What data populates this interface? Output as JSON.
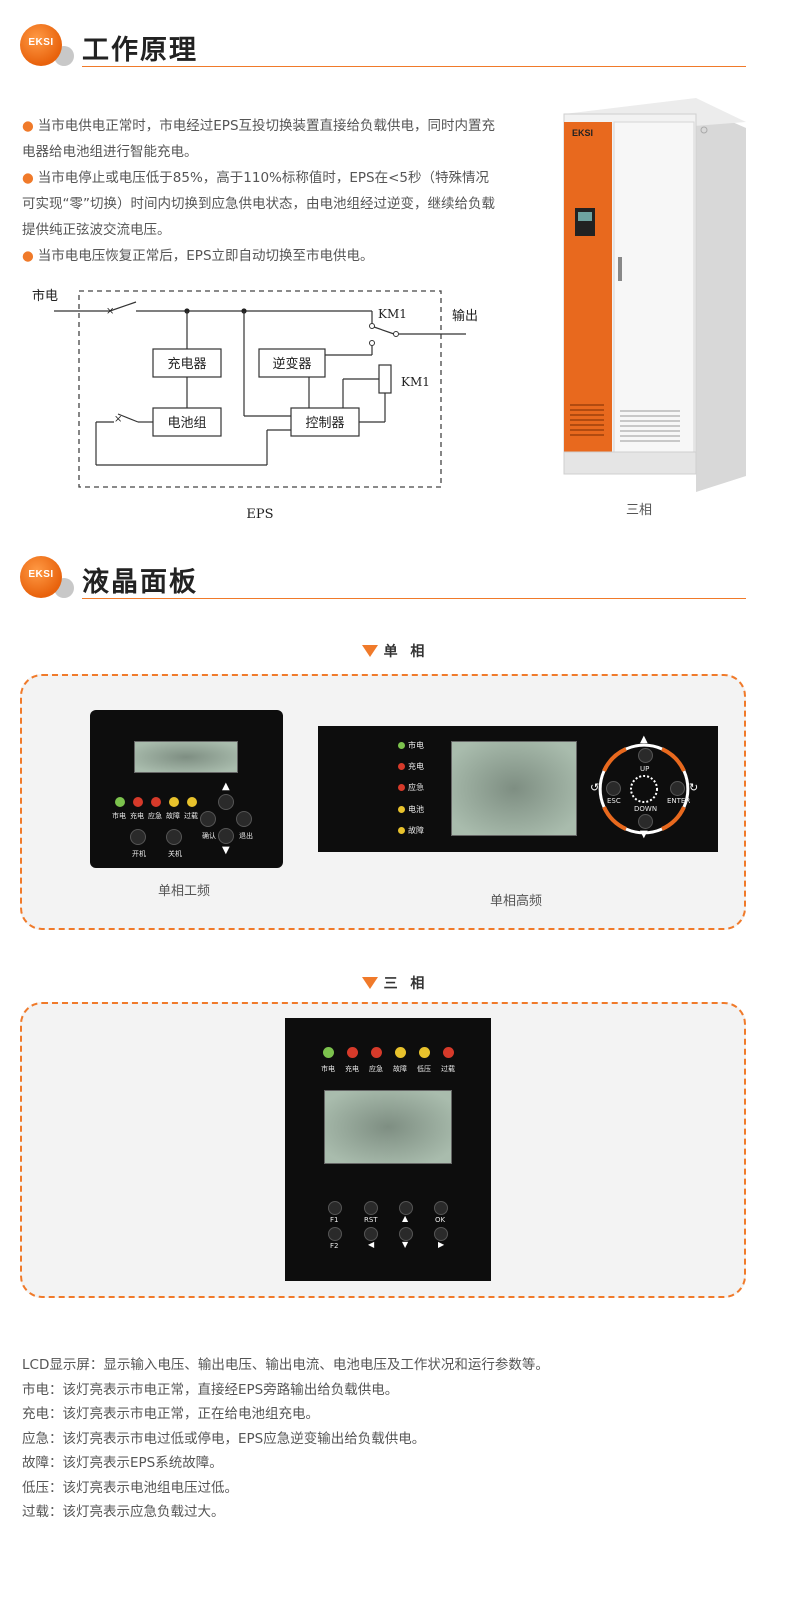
{
  "logo_text": "EKSI",
  "section1": {
    "title": "工作原理"
  },
  "bullets": [
    "当市电供电正常时，市电经过EPS互投切换装置直接给负载供电，同时内置充电器给电池组进行智能充电。",
    "当市电停止或电压低于85%，高于110%标称值时，EPS在<5秒（特殊情况可实现“零”切换）时间内切换到应急供电状态，由电池组经过逆变，继续给负载提供纯正弦波交流电压。",
    "当市电电压恢复正常后，EPS立即自动切换至市电供电。"
  ],
  "diagram": {
    "mains": "市电",
    "output": "输出",
    "km1_switch": "KM1",
    "km1_coil": "KM1",
    "charger": "充电器",
    "inverter": "逆变器",
    "battery": "电池组",
    "controller": "控制器",
    "eps": "EPS"
  },
  "cabinet": {
    "brand": "EKSI",
    "caption": "三相"
  },
  "section2": {
    "title": "液晶面板"
  },
  "single_phase": {
    "heading": "单 相",
    "gongpin": {
      "caption": "单相工频",
      "leds": [
        {
          "label": "市电",
          "color": "green"
        },
        {
          "label": "充电",
          "color": "red"
        },
        {
          "label": "应急",
          "color": "red"
        },
        {
          "label": "故障",
          "color": "yellow"
        },
        {
          "label": "过载",
          "color": "yellow"
        }
      ],
      "btn_confirm": "确认",
      "btn_exit": "退出",
      "btn_on": "开机",
      "btn_off": "关机"
    },
    "gaopin": {
      "caption": "单相高频",
      "leds": [
        {
          "label": "市电",
          "color": "green"
        },
        {
          "label": "充电",
          "color": "red"
        },
        {
          "label": "应急",
          "color": "red"
        },
        {
          "label": "电池",
          "color": "yellow"
        },
        {
          "label": "故障",
          "color": "yellow"
        }
      ],
      "up": "UP",
      "down": "DOWN",
      "esc": "ESC",
      "enter": "ENTER"
    }
  },
  "three_phase": {
    "heading": "三 相",
    "leds": [
      {
        "label": "市电",
        "color": "green"
      },
      {
        "label": "充电",
        "color": "red"
      },
      {
        "label": "应急",
        "color": "red"
      },
      {
        "label": "故障",
        "color": "yellow"
      },
      {
        "label": "低压",
        "color": "yellow"
      },
      {
        "label": "过载",
        "color": "red"
      }
    ],
    "btn_f1": "F1",
    "btn_rst": "RST",
    "btn_ok": "OK",
    "btn_f2": "F2"
  },
  "legend": [
    "LCD显示屏：显示输入电压、输出电压、输出电流、电池电压及工作状况和运行参数等。",
    "市电：该灯亮表示市电正常，直接经EPS旁路输出给负载供电。",
    "充电：该灯亮表示市电正常，正在给电池组充电。",
    "应急：该灯亮表示市电过低或停电，EPS应急逆变输出给负载供电。",
    "故障：该灯亮表示EPS系统故障。",
    "低压：该灯亮表示电池组电压过低。",
    "过载：该灯亮表示应急负载过大。"
  ],
  "colors": {
    "accent": "#f07a2a",
    "panel": "#0d0d0d",
    "box_bg": "#f3f3f3"
  }
}
